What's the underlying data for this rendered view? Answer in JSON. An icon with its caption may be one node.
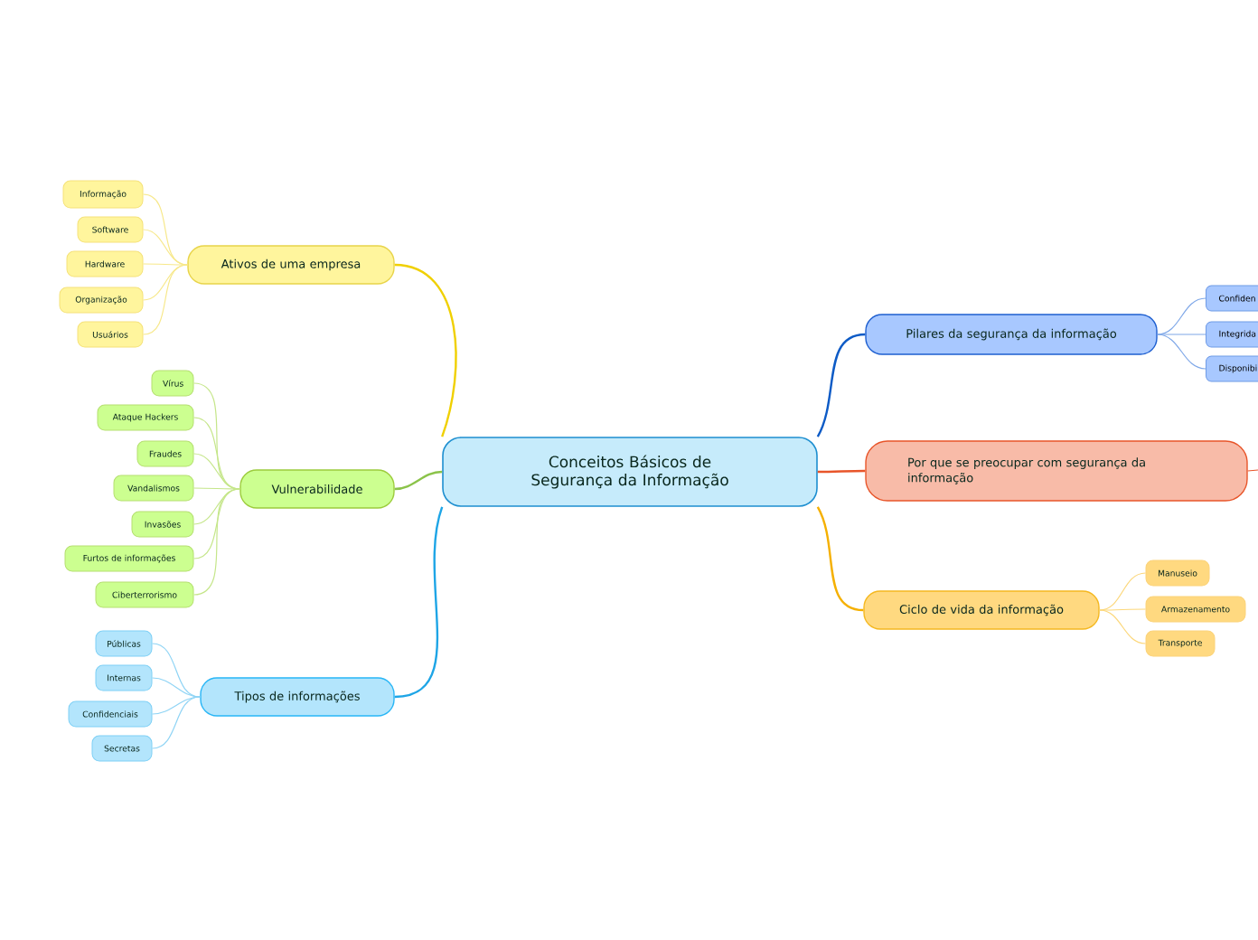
{
  "diagram": {
    "nodes": [
      {
        "text": [
          "Conceitos Básicos de Segurança da Informação"
        ]
      },
      {
        "text": [
          "Ativos de uma empresa"
        ]
      },
      {
        "text": [
          "Informação"
        ]
      },
      {
        "text": [
          "Software"
        ]
      },
      {
        "text": [
          "Hardware"
        ]
      },
      {
        "text": [
          "Organização"
        ]
      },
      {
        "text": [
          "Usuários"
        ]
      },
      {
        "text": [
          "Vulnerabilidade"
        ]
      },
      {
        "text": [
          "Vírus"
        ]
      },
      {
        "text": [
          "Ataque Hackers"
        ]
      },
      {
        "text": [
          "Fraudes"
        ]
      },
      {
        "text": [
          "Vandalismos"
        ]
      },
      {
        "text": [
          "Invasões"
        ]
      },
      {
        "text": [
          "Furtos de informações"
        ]
      },
      {
        "text": [
          "Ciberterrorismo"
        ]
      },
      {
        "text": [
          "Tipos de informações"
        ]
      },
      {
        "text": [
          "Públicas"
        ]
      },
      {
        "text": [
          "Internas"
        ]
      },
      {
        "text": [
          "Confidenciais"
        ]
      },
      {
        "text": [
          "Secretas"
        ]
      },
      {
        "text": [
          "Pilares da segurança da informação"
        ]
      },
      {
        "text": [
          "Confiden"
        ]
      },
      {
        "text": [
          "Integrida"
        ]
      },
      {
        "text": [
          "Disponibi"
        ]
      },
      {
        "text": [
          "Por que se preocupar com segurança da informação"
        ]
      },
      {
        "text": [
          "Ciclo de vida da informação"
        ]
      },
      {
        "text": [
          "Manuseio"
        ]
      },
      {
        "text": [
          "Armazenamento"
        ]
      },
      {
        "text": [
          "Transporte"
        ]
      }
    ],
    "edges": [
      {
        "from": 0,
        "to": 1,
        "arrow": "none",
        "color": "#f0d000"
      },
      {
        "from": 1,
        "to": 2,
        "arrow": "none",
        "color": "#f7e88a"
      },
      {
        "from": 1,
        "to": 3,
        "arrow": "none",
        "color": "#f7e88a"
      },
      {
        "from": 1,
        "to": 4,
        "arrow": "none",
        "color": "#f7e88a"
      },
      {
        "from": 1,
        "to": 5,
        "arrow": "none",
        "color": "#f7e88a"
      },
      {
        "from": 1,
        "to": 6,
        "arrow": "none",
        "color": "#f7e88a"
      },
      {
        "from": 0,
        "to": 7,
        "arrow": "none",
        "color": "#8bc34a"
      },
      {
        "from": 7,
        "to": 8,
        "arrow": "none",
        "color": "#c5e68a"
      },
      {
        "from": 7,
        "to": 9,
        "arrow": "none",
        "color": "#c5e68a"
      },
      {
        "from": 7,
        "to": 10,
        "arrow": "none",
        "color": "#c5e68a"
      },
      {
        "from": 7,
        "to": 11,
        "arrow": "none",
        "color": "#c5e68a"
      },
      {
        "from": 7,
        "to": 12,
        "arrow": "none",
        "color": "#c5e68a"
      },
      {
        "from": 7,
        "to": 13,
        "arrow": "none",
        "color": "#c5e68a"
      },
      {
        "from": 7,
        "to": 14,
        "arrow": "none",
        "color": "#c5e68a"
      },
      {
        "from": 0,
        "to": 15,
        "arrow": "none",
        "color": "#1ea5e6"
      },
      {
        "from": 15,
        "to": 16,
        "arrow": "none",
        "color": "#8fd4f5"
      },
      {
        "from": 15,
        "to": 17,
        "arrow": "none",
        "color": "#8fd4f5"
      },
      {
        "from": 15,
        "to": 18,
        "arrow": "none",
        "color": "#8fd4f5"
      },
      {
        "from": 15,
        "to": 19,
        "arrow": "none",
        "color": "#8fd4f5"
      },
      {
        "from": 0,
        "to": 20,
        "arrow": "none",
        "color": "#0d5bc6"
      },
      {
        "from": 20,
        "to": 21,
        "arrow": "none",
        "color": "#7fa8e8"
      },
      {
        "from": 20,
        "to": 22,
        "arrow": "none",
        "color": "#7fa8e8"
      },
      {
        "from": 20,
        "to": 23,
        "arrow": "none",
        "color": "#7fa8e8"
      },
      {
        "from": 0,
        "to": 24,
        "arrow": "none",
        "color": "#e8552a"
      },
      {
        "from": 24,
        "to": null,
        "arrow": "none",
        "color": "#e8552a"
      },
      {
        "from": 0,
        "to": 25,
        "arrow": "none",
        "color": "#f5b000"
      },
      {
        "from": 25,
        "to": 26,
        "arrow": "none",
        "color": "#fcd77a"
      },
      {
        "from": 25,
        "to": 27,
        "arrow": "none",
        "color": "#fcd77a"
      },
      {
        "from": 25,
        "to": 28,
        "arrow": "none",
        "color": "#fcd77a"
      }
    ]
  }
}
